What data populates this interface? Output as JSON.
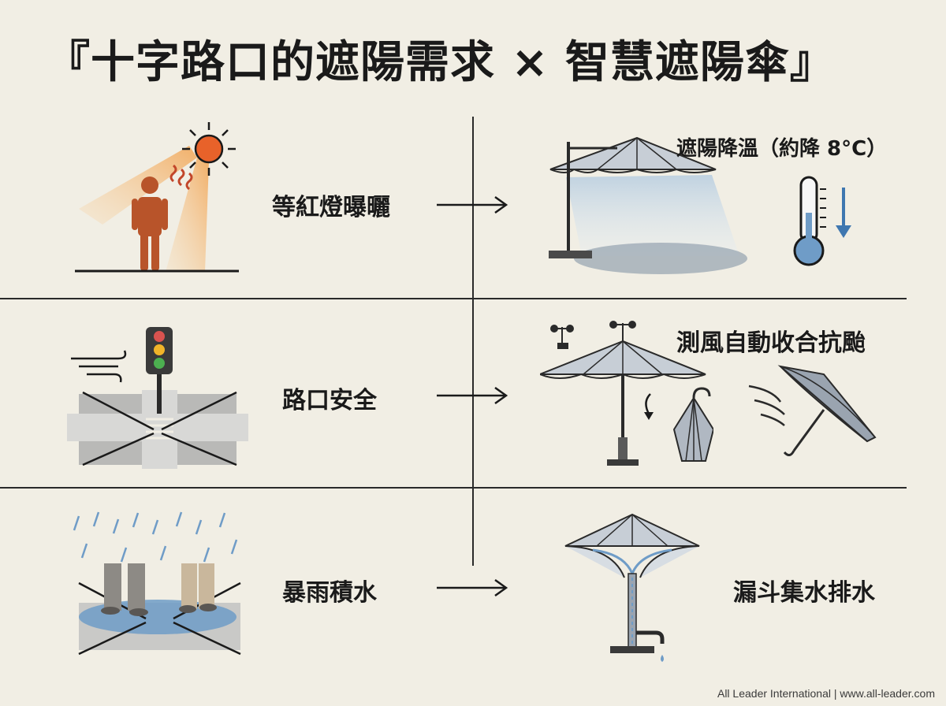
{
  "title": "『十字路口的遮陽需求 × 智慧遮陽傘』",
  "rows": [
    {
      "need": "等紅燈曝曬",
      "solution": "遮陽降溫（約降 8°C）"
    },
    {
      "need": "路口安全",
      "solution": "測風自動收合抗颱"
    },
    {
      "need": "暴雨積水",
      "solution": "漏斗集水排水"
    }
  ],
  "footer": "All Leader International | www.all-leader.com",
  "colors": {
    "background": "#f1eee4",
    "sun": "#e8622a",
    "person": "#b8542a",
    "canopy": "#9aa4b0",
    "water": "#6f9cc7",
    "line": "#1a1a1a"
  },
  "icons": {
    "row1_left": "sun-heat-person-icon",
    "row1_right": "cantilever-umbrella-icon",
    "row1_extra": "thermometer-down-icon",
    "row2_left": "traffic-light-crossing-icon",
    "row2_right": "umbrella-anemometer-icon",
    "row2_extra": "umbrella-wind-icon",
    "row3_left": "rain-flood-feet-icon",
    "row3_right": "funnel-umbrella-drain-icon"
  }
}
